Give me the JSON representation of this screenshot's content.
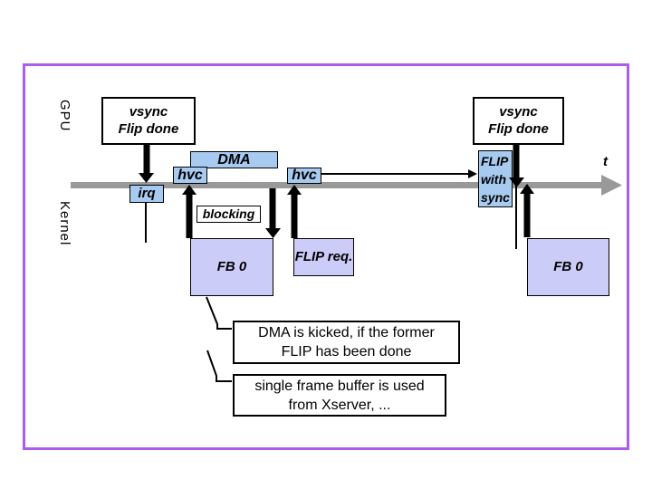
{
  "slide": {
    "frame_color": "#AC5CF0",
    "lanes": {
      "gpu_label": "GPU",
      "kernel_label": "Kernel"
    },
    "timeline": {
      "axis_label": "t",
      "color": "#999999"
    },
    "colors": {
      "event_blue": "#A6CAF0",
      "buffer_lavender": "#CCCCF8",
      "arrow_black": "#000000"
    },
    "gpu_events": {
      "vsync_left_line1": "vsync",
      "vsync_left_line2": "Flip done",
      "vsync_right_line1": "vsync",
      "vsync_right_line2": "Flip done",
      "dma_label": "DMA"
    },
    "kernel_events": {
      "hvc_first_label": "hvc",
      "hvc_second_label": "hvc",
      "irq_label": "irq",
      "blocking_label": "blocking",
      "flip_with_sync_line1": "FLIP",
      "flip_with_sync_line2": "with",
      "flip_with_sync_line3": "sync",
      "fb0_left_label": "FB 0",
      "fb0_right_label": "FB 0",
      "flip_req_label": "FLIP req."
    },
    "notes": {
      "note1_line1": "DMA is kicked, if the former",
      "note1_line2": "FLIP has been done",
      "note2_line1": "single frame buffer is used",
      "note2_line2": "from Xserver, ..."
    }
  }
}
